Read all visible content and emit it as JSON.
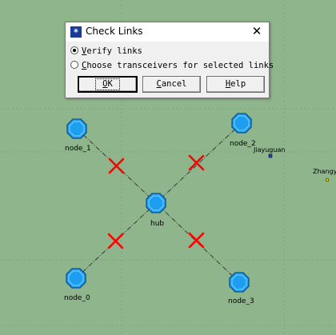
{
  "map": {
    "nodes": [
      {
        "id": "node_1",
        "label": "node_1"
      },
      {
        "id": "node_2",
        "label": "node_2"
      },
      {
        "id": "hub",
        "label": "hub"
      },
      {
        "id": "node_0",
        "label": "node_0"
      },
      {
        "id": "node_3",
        "label": "node_3"
      }
    ],
    "cities": [
      {
        "label": "Jiayuguan"
      },
      {
        "label": "Zhangy"
      }
    ],
    "colors": {
      "background": "#8fb58c",
      "node_fill": "#1e9ef0",
      "link": "#3a3a3a",
      "fail_mark": "#ff0000"
    }
  },
  "dialog": {
    "title": "Check Links",
    "title_icon": "app-star-icon",
    "close_icon": "close-icon",
    "options": [
      {
        "pre": "",
        "accel": "V",
        "post": "erify links",
        "selected": true
      },
      {
        "pre": "",
        "accel": "C",
        "post": "hoose transceivers for selected links",
        "selected": false
      }
    ],
    "buttons": {
      "ok": {
        "accel": "O",
        "post": "K"
      },
      "cancel": {
        "accel": "C",
        "post": "ancel"
      },
      "help": {
        "accel": "H",
        "post": "elp"
      }
    }
  }
}
